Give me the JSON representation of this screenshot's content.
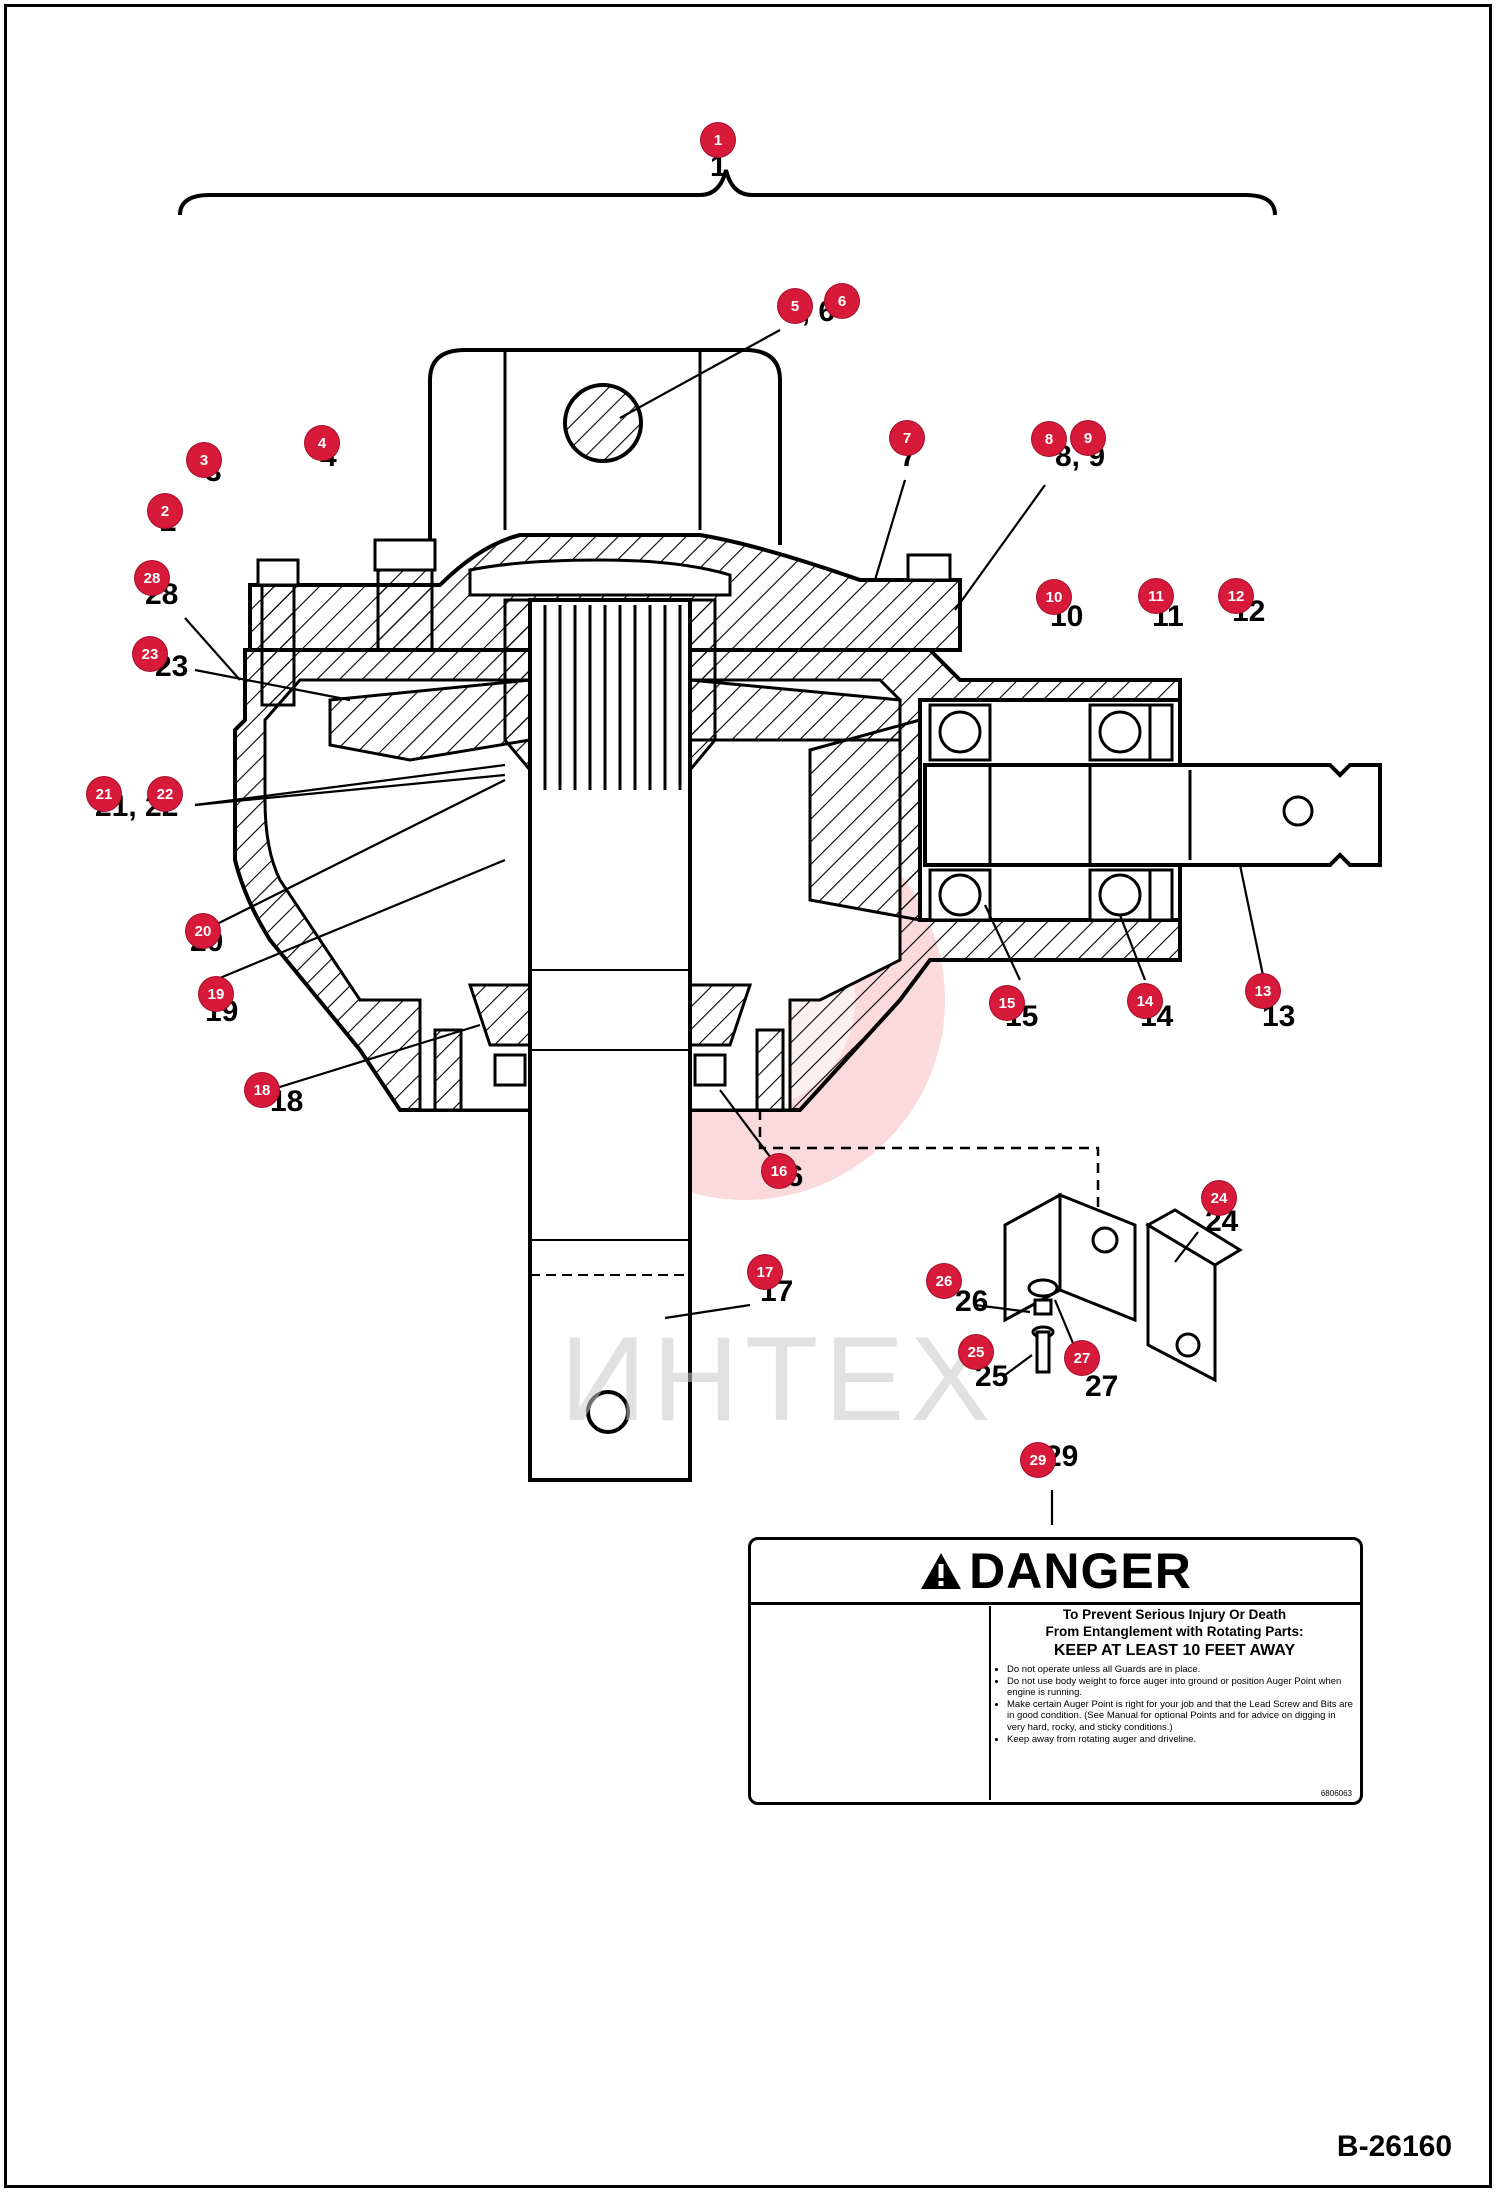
{
  "drawing_id": "B-26160",
  "watermark": "ИНТЕХ",
  "printed_numbers": [
    "1",
    "3",
    "4",
    "2",
    "28",
    "23",
    "5, 6",
    "7",
    "8, 9",
    "10",
    "11",
    "12",
    "21, 22",
    "20",
    "19",
    "18",
    "16",
    "17",
    "15",
    "14",
    "13",
    "24",
    "26",
    "25",
    "27",
    "29"
  ],
  "callouts": [
    "1",
    "2",
    "3",
    "4",
    "5",
    "6",
    "7",
    "8",
    "9",
    "10",
    "11",
    "12",
    "13",
    "14",
    "15",
    "16",
    "17",
    "18",
    "19",
    "20",
    "21",
    "22",
    "23",
    "24",
    "25",
    "26",
    "27",
    "28",
    "29"
  ],
  "decal": {
    "title": "DANGER",
    "line1": "To Prevent Serious Injury Or Death",
    "line2": "From Entanglement with Rotating Parts:",
    "keep": "KEEP AT LEAST 10 FEET AWAY",
    "bullets": [
      "Do not operate unless all Guards are in place.",
      "Do not use body weight to force auger into ground or position Auger Point when engine is running.",
      "Make certain Auger Point is right for your job and that the Lead Screw and Bits are in good condition. (See Manual for optional Points and for advice on digging in very hard, rocky, and sticky conditions.)",
      "Keep away from rotating auger and driveline."
    ],
    "code": "6806063"
  },
  "colors": {
    "callout": "#d7193a",
    "line": "#000000",
    "watermark": "#c9c9c9"
  }
}
